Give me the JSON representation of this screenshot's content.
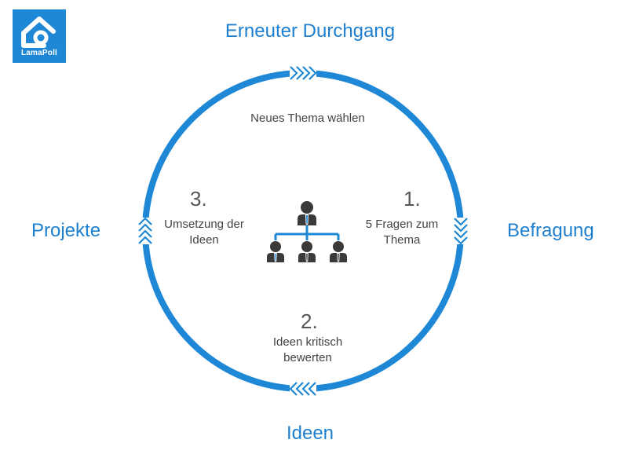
{
  "logo": {
    "text": "LamaPoll",
    "icon": "lamapoll-logo-icon"
  },
  "stages": {
    "top": "Erneuter Durchgang",
    "right": "Befragung",
    "bottom": "Ideen",
    "left": "Projekte"
  },
  "center": {
    "top_text": "Neues Thema wählen",
    "icon": "org-chart-icon"
  },
  "steps": [
    {
      "number": "1.",
      "text": "5 Fragen zum Thema"
    },
    {
      "number": "2.",
      "text": "Ideen kritisch bewerten"
    },
    {
      "number": "3.",
      "text": "Umsetzung der Ideen"
    }
  ],
  "colors": {
    "accent": "#1e88d6",
    "label": "#1e7fcf",
    "text": "#444444",
    "person": "#3a3a3a",
    "tie": "#1e88d6"
  }
}
